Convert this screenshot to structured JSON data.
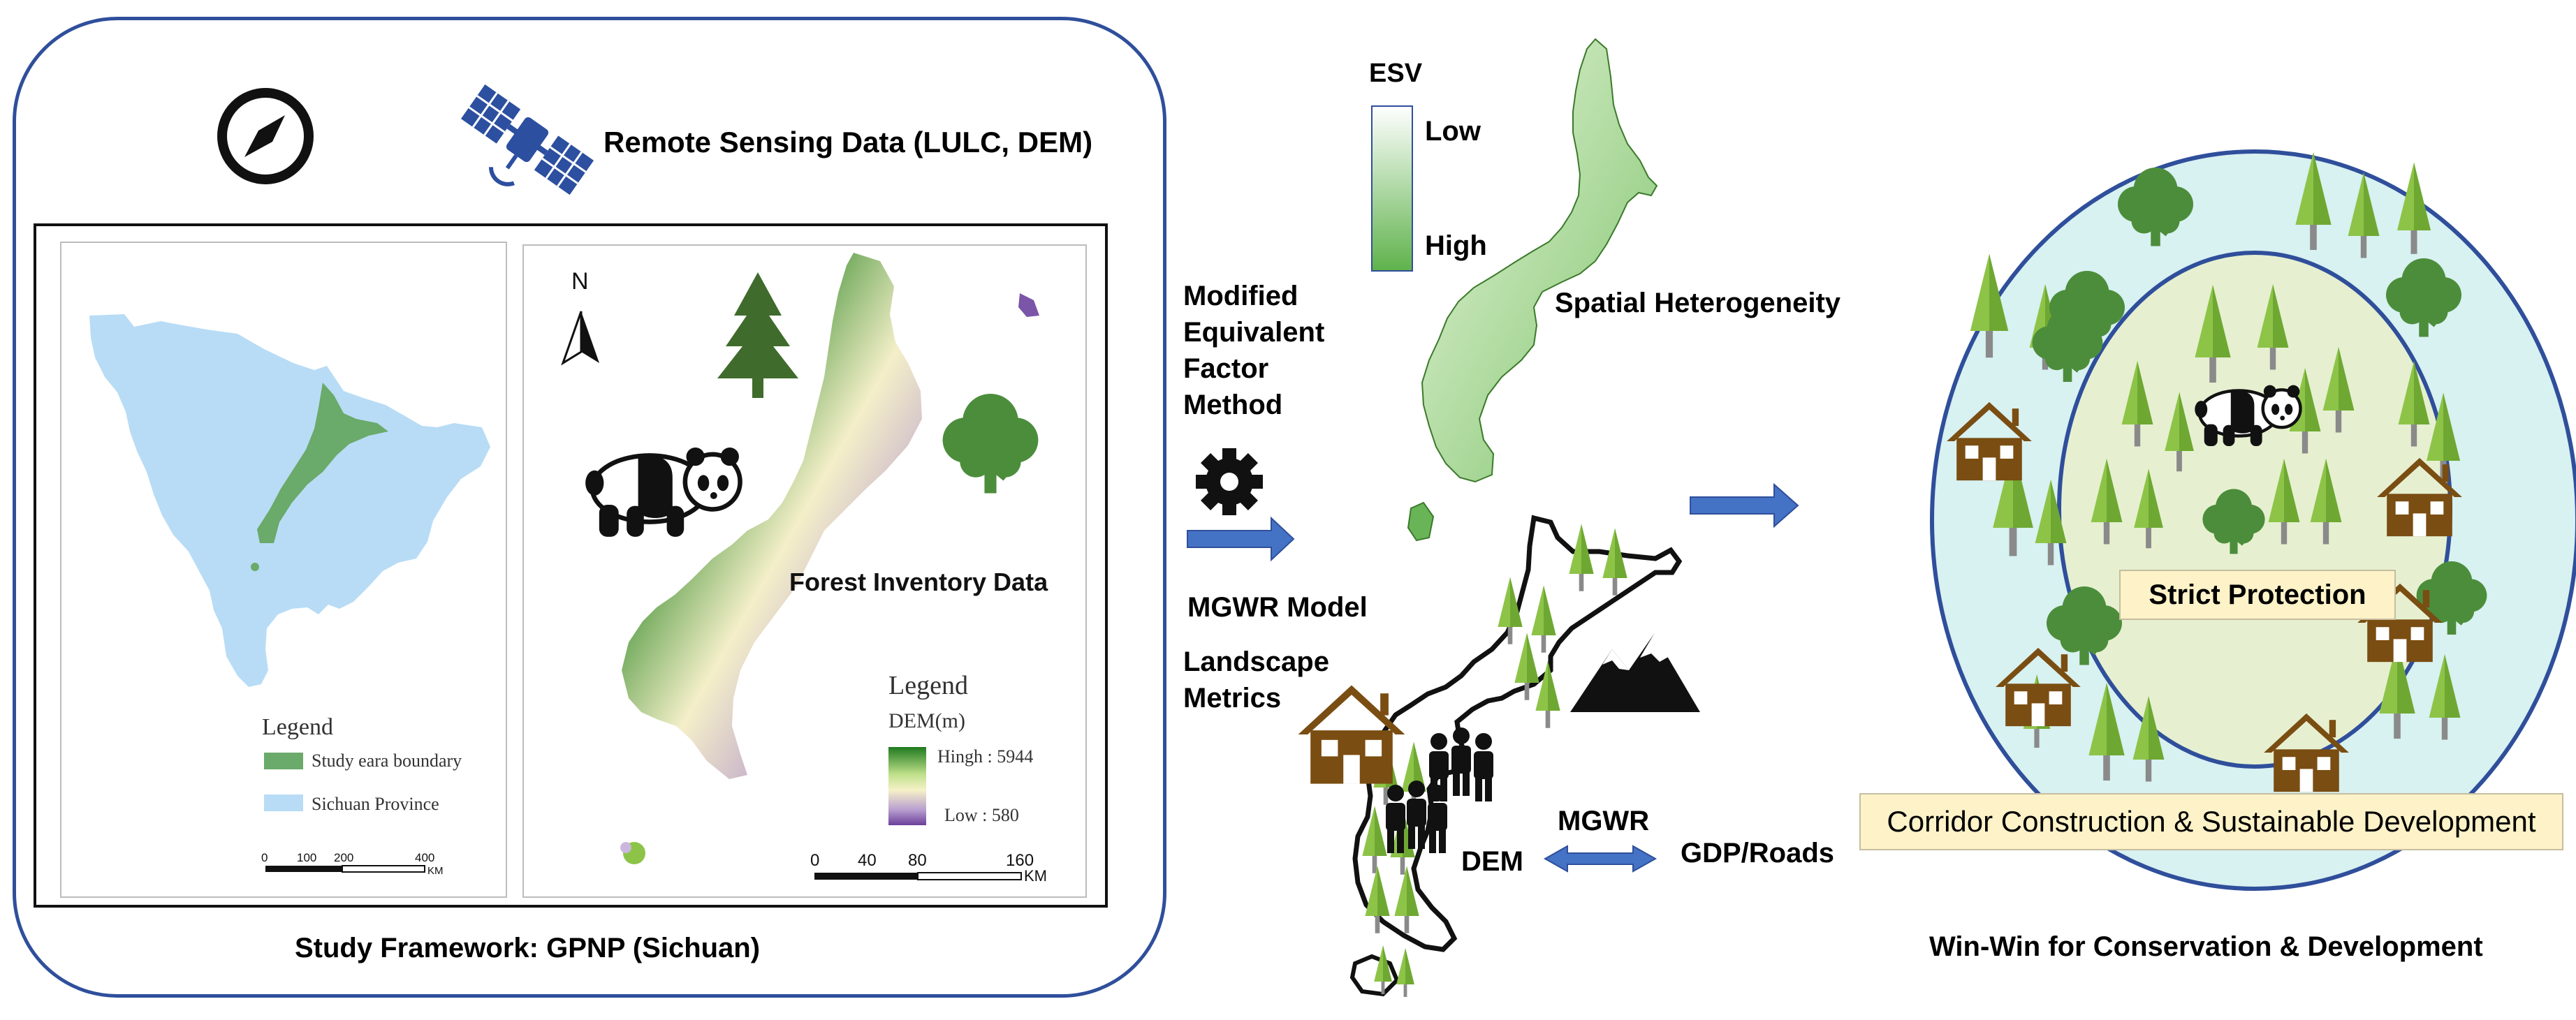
{
  "left_panel": {
    "remote_sensing_label": "Remote Sensing Data (LULC, DEM)",
    "forest_inventory_label": "Forest Inventory Data",
    "study_framework_label": "Study Framework: GPNP (Sichuan)",
    "sichuan_map": {
      "legend_title": "Legend",
      "legend_items": [
        "Study eara boundary",
        "Sichuan Province"
      ],
      "scale_labels": [
        "0",
        "100",
        "200",
        "400"
      ],
      "scale_unit": "KM"
    },
    "dem_map": {
      "north_label": "N",
      "legend_title": "Legend",
      "legend_subtitle": "DEM(m)",
      "legend_high": "Hingh : 5944",
      "legend_low": "Low : 580",
      "scale_labels": [
        "0",
        "40",
        "80",
        "160"
      ],
      "scale_unit": "KM"
    }
  },
  "middle_panel": {
    "method_lines": [
      "Modified",
      "Equivalent",
      "Factor",
      "Method"
    ],
    "esv_title": "ESV",
    "esv_low": "Low",
    "esv_high": "High",
    "spatial_label": "Spatial Heterogeneity",
    "mgwr_model_label": "MGWR Model",
    "landscape_lines": [
      "Landscape",
      "Metrics"
    ],
    "dem_label": "DEM",
    "mgwr_label": "MGWR",
    "gdp_label": "GDP/Roads"
  },
  "right_panel": {
    "strict_label": "Strict Protection",
    "corridor_label": "Corridor Construction & Sustainable Development",
    "winwin_label": "Win-Win for Conservation & Development"
  },
  "colors": {
    "frame_blue": "#2f4f9b",
    "arrow_blue": "#4472c4",
    "sichuan_blue": "#b8dcf5",
    "study_green": "#6aaa6a",
    "ellipse_outer": "#d8f1f1",
    "ellipse_inner": "#e6f0d0",
    "label_yellow": "#fdf2c8",
    "tree_green": "#8dc448",
    "oak_green": "#4c8d3b",
    "pine_dark": "#3f6b2c",
    "house_brown": "#7a4d12"
  },
  "icons": [
    "compass-icon",
    "satellite-icon",
    "pine-tree-icon",
    "oak-tree-icon",
    "panda-icon",
    "gear-icon",
    "house-icon",
    "mountain-icon",
    "people-icon",
    "north-arrow-icon"
  ]
}
